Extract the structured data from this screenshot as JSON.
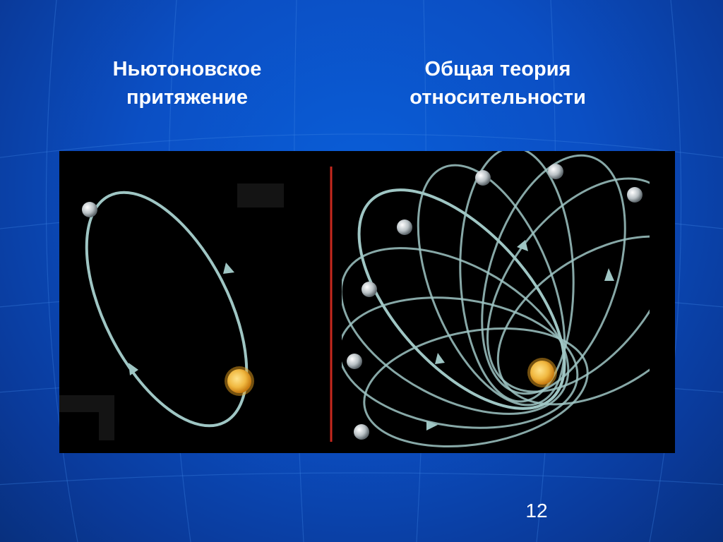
{
  "slide": {
    "heading_left": "Ньютоновское\nпритяжение",
    "heading_right": "Общая теория\nотносительности",
    "page_number": "12"
  },
  "colors": {
    "background": "#0b4fc4",
    "panel": "#000000",
    "orbit": "#9fc6c4",
    "divider": "#c8281e",
    "sun": "#f0b840"
  },
  "icons": [
    "planet-icon",
    "sun-icon",
    "orbit-arrow-icon"
  ]
}
